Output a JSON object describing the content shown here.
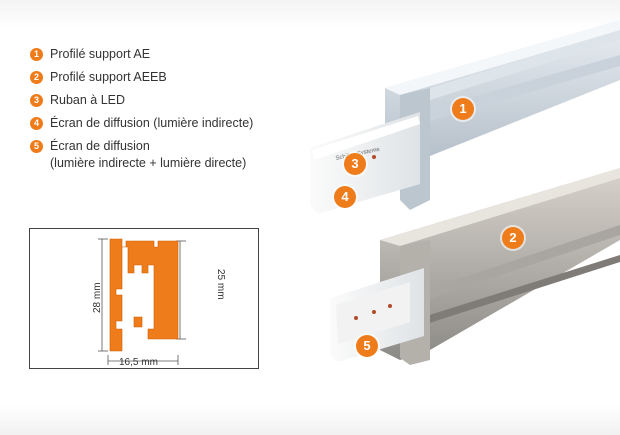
{
  "legend": [
    {
      "number": "1",
      "lines": [
        "Profilé support AE"
      ]
    },
    {
      "number": "2",
      "lines": [
        "Profilé support AEEB"
      ]
    },
    {
      "number": "3",
      "lines": [
        "Ruban à LED"
      ]
    },
    {
      "number": "4",
      "lines": [
        "Écran de diffusion (lumière indirecte)"
      ]
    },
    {
      "number": "5",
      "lines": [
        "Écran de diffusion",
        "(lumière indirecte + lumière directe)"
      ]
    }
  ],
  "diagram": {
    "height_label": "28 mm",
    "inner_height_label": "25 mm",
    "width_label": "16,5 mm",
    "profile_color": "#ef7c1a"
  },
  "photo": {
    "callouts": [
      "1",
      "2",
      "3",
      "4",
      "5"
    ],
    "strip_text": "Schiller-Systeme",
    "accent_color": "#ef7c1a"
  }
}
